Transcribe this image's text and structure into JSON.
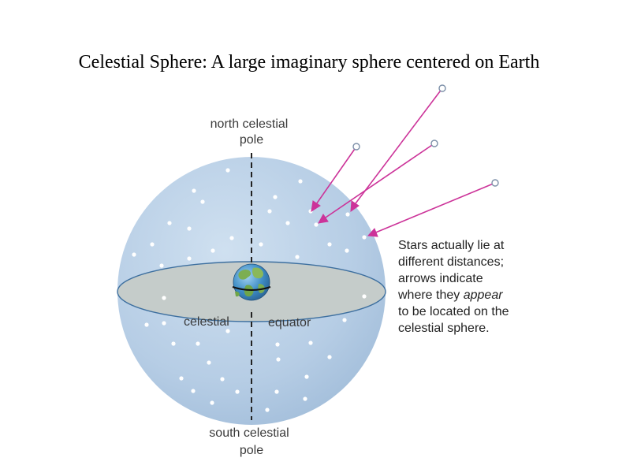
{
  "title": "Celestial Sphere: A large imaginary sphere centered on Earth",
  "labels": {
    "north_line1": "north celestial",
    "north_line2": "pole",
    "south_line1": "south celestial",
    "south_line2": "pole",
    "equator_left": "celestial",
    "equator_right": "equator"
  },
  "note": {
    "line1": "Stars actually lie at",
    "line2": "different distances;",
    "line3": "arrows indicate",
    "line4_prefix": "where they ",
    "line4_emphasis": "appear",
    "line5": "to be located on the",
    "line6": "celestial sphere."
  },
  "colors": {
    "sphere": "#bcd3e8",
    "equator_plane": "#c3cbc9",
    "arrow": "#cc3399",
    "axis": "#222222"
  }
}
